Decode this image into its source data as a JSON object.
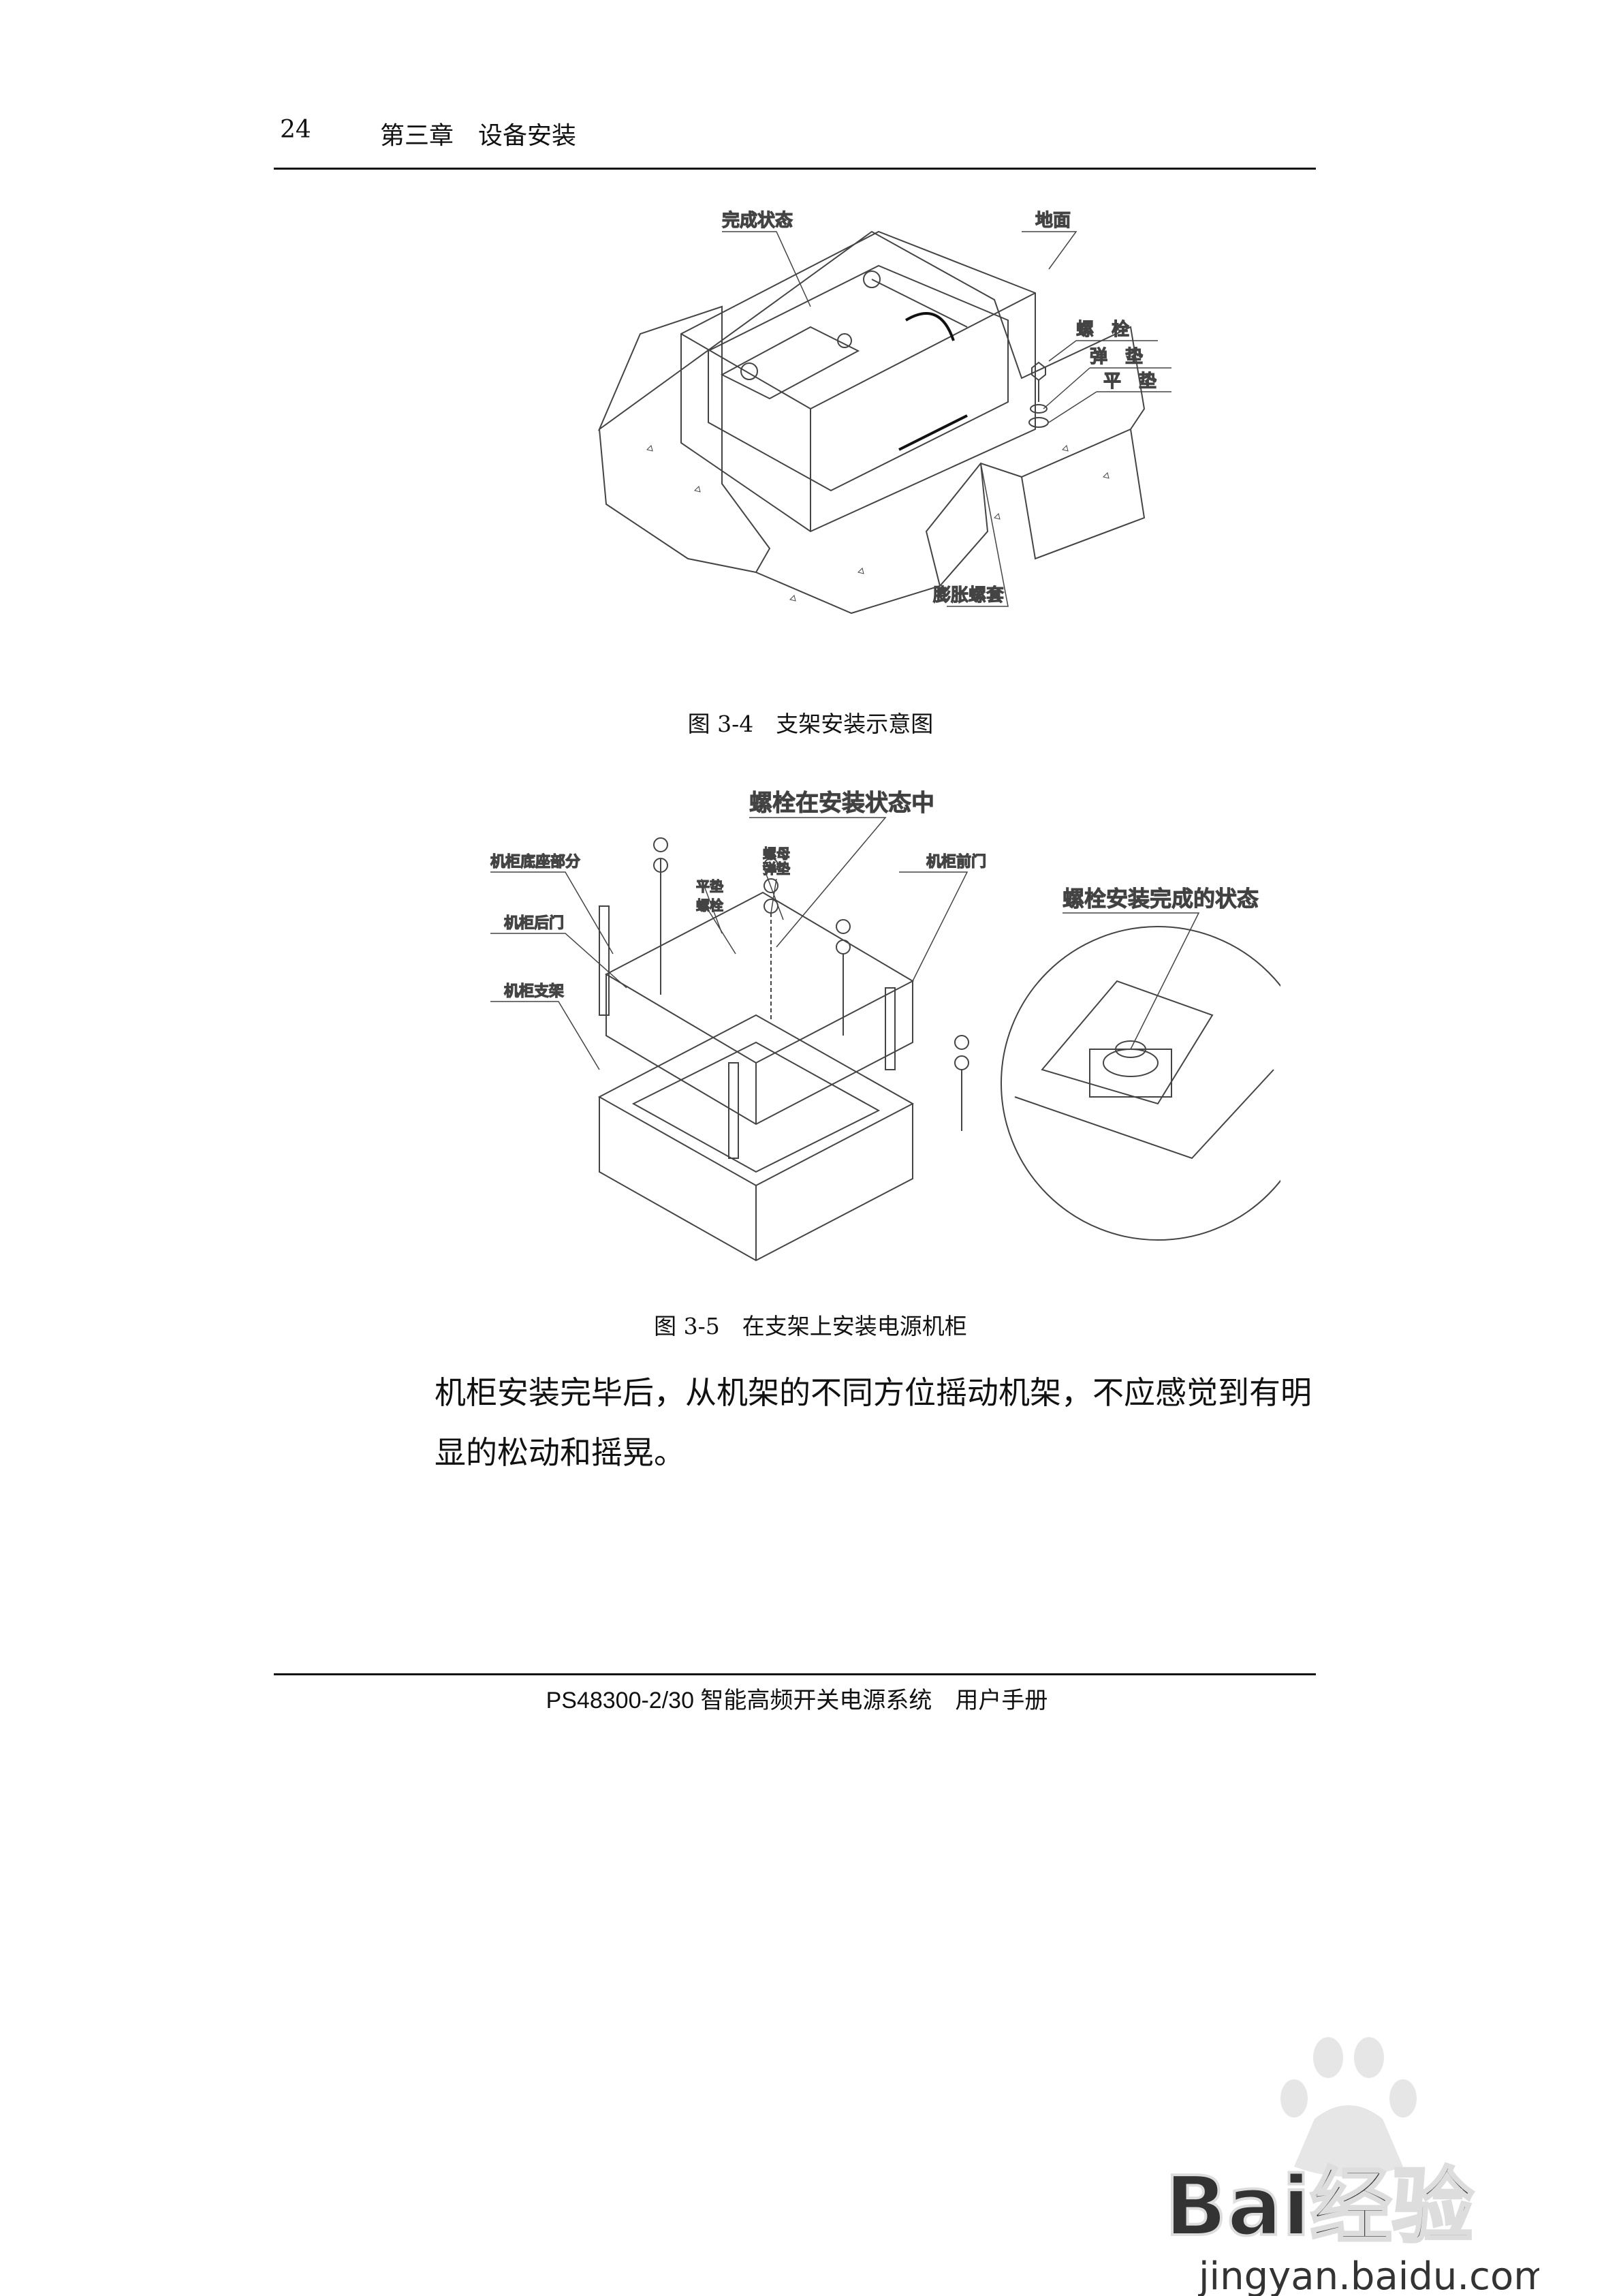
{
  "header": {
    "page_number": "24",
    "chapter": "第三章　设备安装"
  },
  "figure_1": {
    "caption": "图 3-4　支架安装示意图",
    "labels": {
      "done": "完成状态",
      "ground": "地面",
      "bolt": "螺　栓",
      "spring_washer": "弹　垫",
      "flat_washer": "平　垫",
      "expansion_sleeve": "膨胀螺套"
    }
  },
  "figure_2": {
    "caption": "图 3-5　在支架上安装电源机柜",
    "labels": {
      "bolt_installing": "螺栓在安装状态中",
      "nut": "螺母",
      "spring_washer": "弹垫",
      "flat_washer": "平垫",
      "bolt": "螺栓",
      "base": "机柜底座部分",
      "rear_door": "机柜后门",
      "bracket": "机柜支架",
      "front_door": "机柜前门",
      "bolt_done": "螺栓安装完成的状态"
    }
  },
  "body": {
    "paragraph": "机柜安装完毕后，从机架的不同方位摇动机架，不应感觉到有明显的松动和摇晃。"
  },
  "footer": {
    "text": "PS48300-2/30 智能高频开关电源系统　用户手册"
  },
  "watermark": {
    "brand": "Bai经验",
    "url": "jingyan.baidu.com"
  }
}
